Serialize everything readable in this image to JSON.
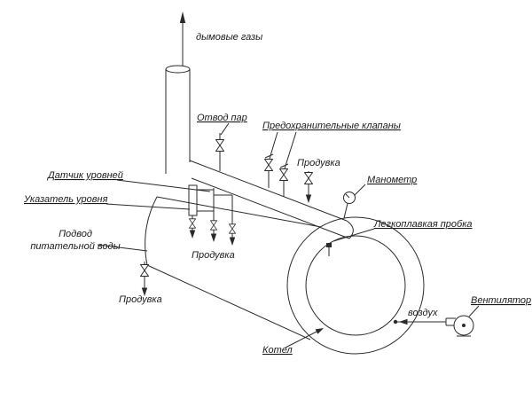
{
  "diagram": {
    "labels": {
      "flue_gases": "дымовые газы",
      "steam_outlet": "Отвод пар",
      "safety_valves": "Предохранительные клапаны",
      "blowdown_top": "Продувка",
      "manometer": "Манометр",
      "level_sensor": "Датчик уровней",
      "level_indicator": "Указатель уровня",
      "feed_water_line1": "Подвод",
      "feed_water_line2": "питательной воды",
      "blowdown_middle": "Продувка",
      "blowdown_left": "Продувка",
      "fusible_plug": "Легкоплавкая пробка",
      "air": "воздух",
      "fan": "Вентилятор",
      "boiler": "Котел"
    },
    "colors": {
      "line": "#2a2a2a",
      "text": "#1a1a1a",
      "background": "#ffffff"
    }
  }
}
